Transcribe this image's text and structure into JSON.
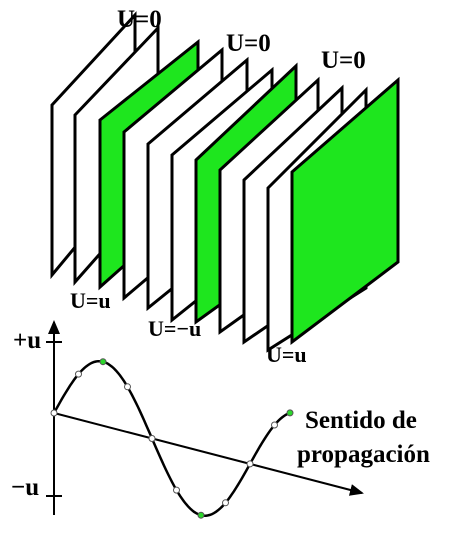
{
  "colors": {
    "plate_highlight": "#1ee61e",
    "plate_plain": "#ffffff",
    "outline": "#000000",
    "marker_green": "#2bd62b"
  },
  "plate_labels": {
    "zero_1": "U=0",
    "zero_2": "U=0",
    "zero_3": "U=0",
    "plus_front": "U=u",
    "minus_front": "U=−u",
    "plus_last": "U=u"
  },
  "graph": {
    "y_top_label": "+u",
    "y_bottom_label": "−u",
    "direction_line1": "Sentido de",
    "direction_line2": "propagación"
  },
  "icons": [
    "arrow-right-icon",
    "arrow-up-icon"
  ]
}
